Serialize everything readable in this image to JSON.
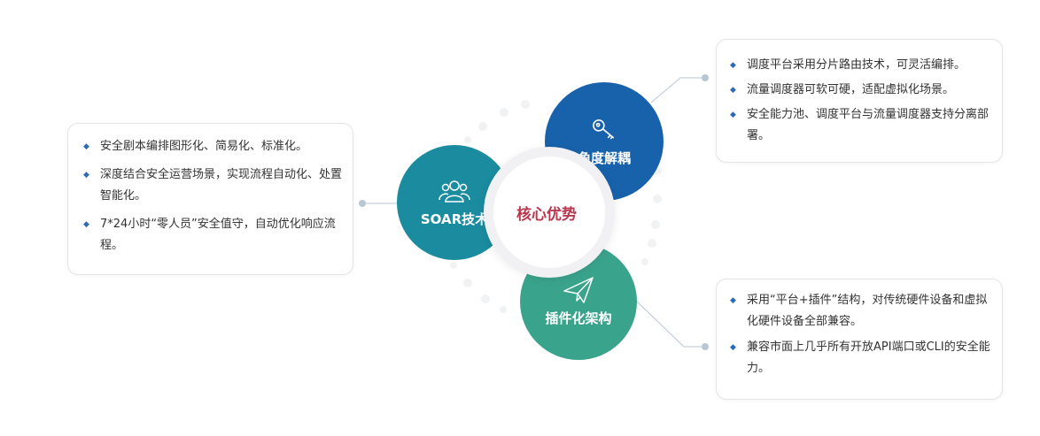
{
  "center": {
    "title": "核心优势"
  },
  "nodes": {
    "soar": {
      "label": "SOAR技术",
      "icon": "users-icon",
      "color": "#1b8ba0"
    },
    "decouple": {
      "label": "角度解耦",
      "icon": "key-icon",
      "color": "#1862ac"
    },
    "plugin": {
      "label": "插件化架构",
      "icon": "paper-plane-icon",
      "color": "#3aa38c"
    }
  },
  "cards": {
    "left": {
      "items": [
        "安全剧本编排图形化、简易化、标准化。",
        "深度结合安全运营场景，实现流程自动化、处置智能化。",
        "7*24小时“零人员”安全值守，自动优化响应流程。"
      ]
    },
    "top_right": {
      "items": [
        "调度平台采用分片路由技术，可灵活编排。",
        "流量调度器可软可硬，适配虚拟化场景。",
        "安全能力池、调度平台与流量调度器支持分离部署。"
      ]
    },
    "bottom_right": {
      "items": [
        "采用“平台+插件”结构，对传统硬件设备和虚拟化硬件设备全部兼容。",
        "兼容市面上几乎所有开放API端口或CLI的安全能力。"
      ]
    }
  },
  "colors": {
    "bullet": "#2a6ab8",
    "center_text": "#b8384f",
    "connector": "#b9c6d3"
  }
}
